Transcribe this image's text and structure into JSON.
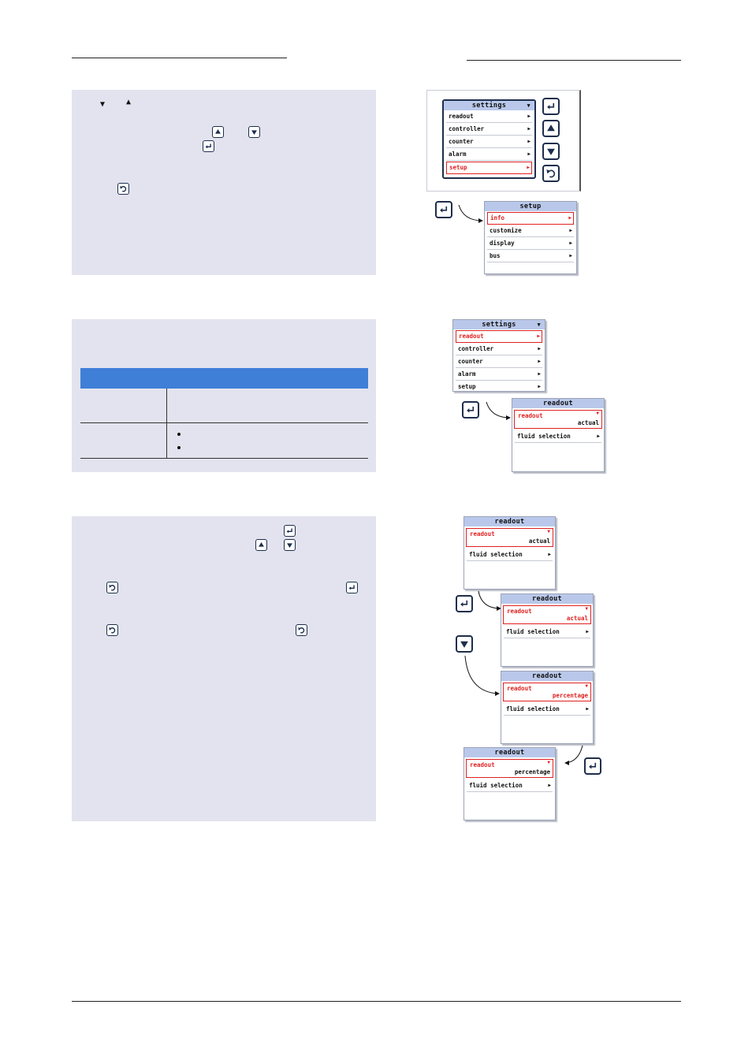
{
  "menus": {
    "settings": {
      "title": "settings",
      "items": [
        "readout",
        "controller",
        "counter",
        "alarm",
        "setup"
      ]
    },
    "setup": {
      "title": "setup",
      "items": [
        "info",
        "customize",
        "display",
        "bus"
      ]
    },
    "readout": {
      "title": "readout",
      "field": "readout",
      "value_actual": "actual",
      "value_percentage": "percentage",
      "item": "fluid selection"
    }
  },
  "icons": {
    "enter": "enter-icon",
    "up": "up-arrow-icon",
    "down": "down-arrow-icon",
    "back": "back-icon"
  },
  "colors": {
    "panel": "#e2e3ee",
    "table_header": "#3f7fd8",
    "selection": "#e02020",
    "menu_title": "#b9c8ea"
  }
}
